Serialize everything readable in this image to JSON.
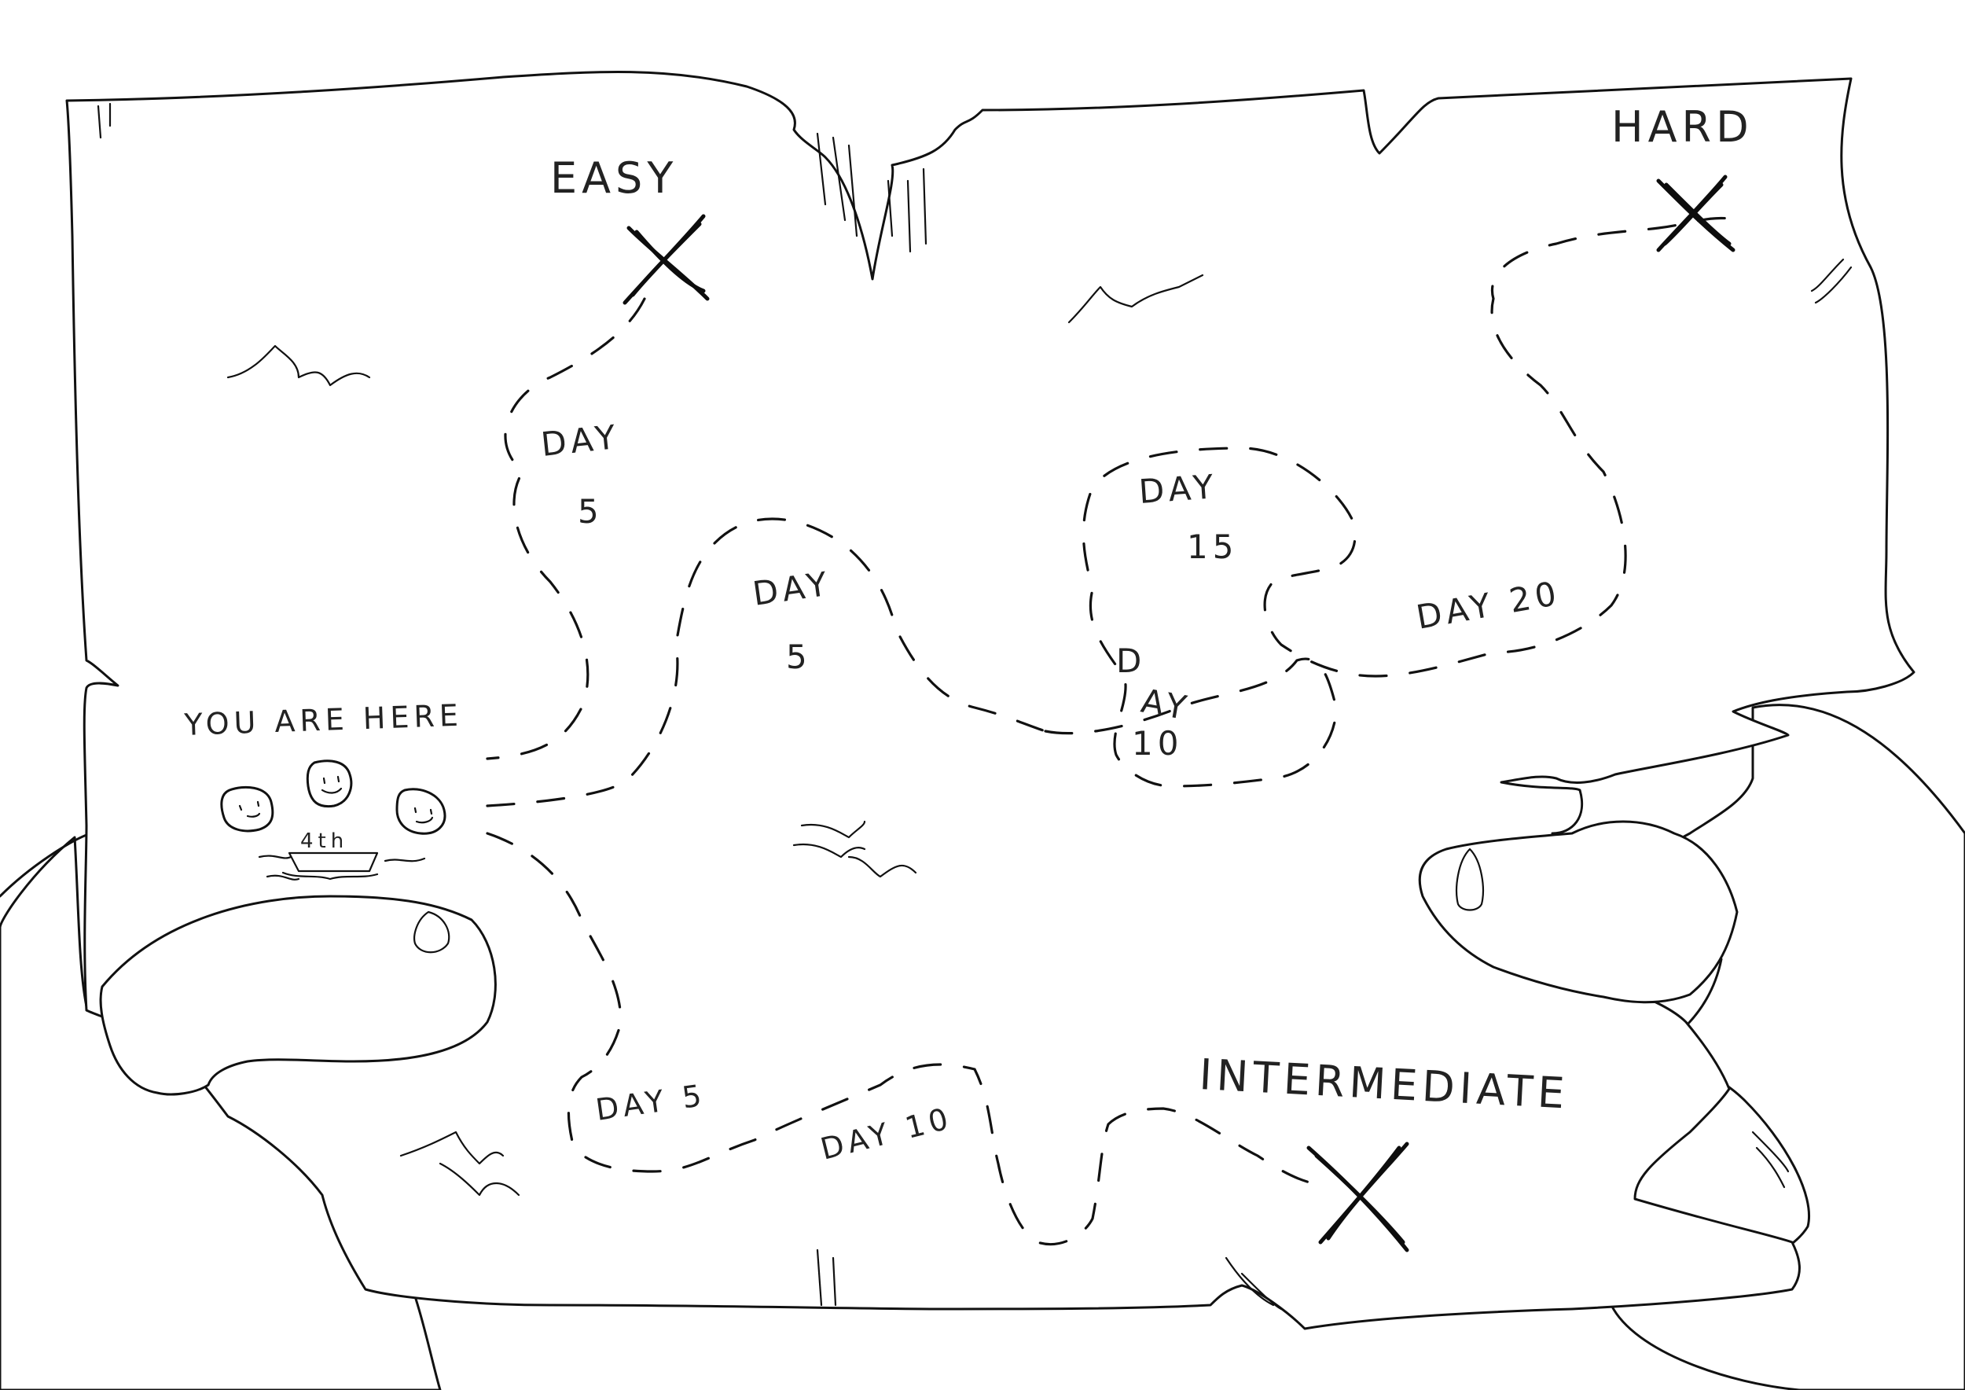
{
  "map": {
    "destinations": {
      "easy": "EASY",
      "hard": "HARD",
      "intermediate": "INTERMEDIATE"
    },
    "start_label": "YOU ARE HERE",
    "boat_number": "4th",
    "checkpoints": {
      "easy_day5_word": "DAY",
      "easy_day5_num": "5",
      "mid_day5_word": "DAY",
      "mid_day5_num": "5",
      "hard_day10_word_a": "D",
      "hard_day10_word_b": "AY",
      "hard_day10_num": "10",
      "hard_day15_word": "DAY",
      "hard_day15_num": "15",
      "hard_day20": "DAY 20",
      "inter_day5": "DAY 5",
      "inter_day10": "DAY 10"
    }
  }
}
